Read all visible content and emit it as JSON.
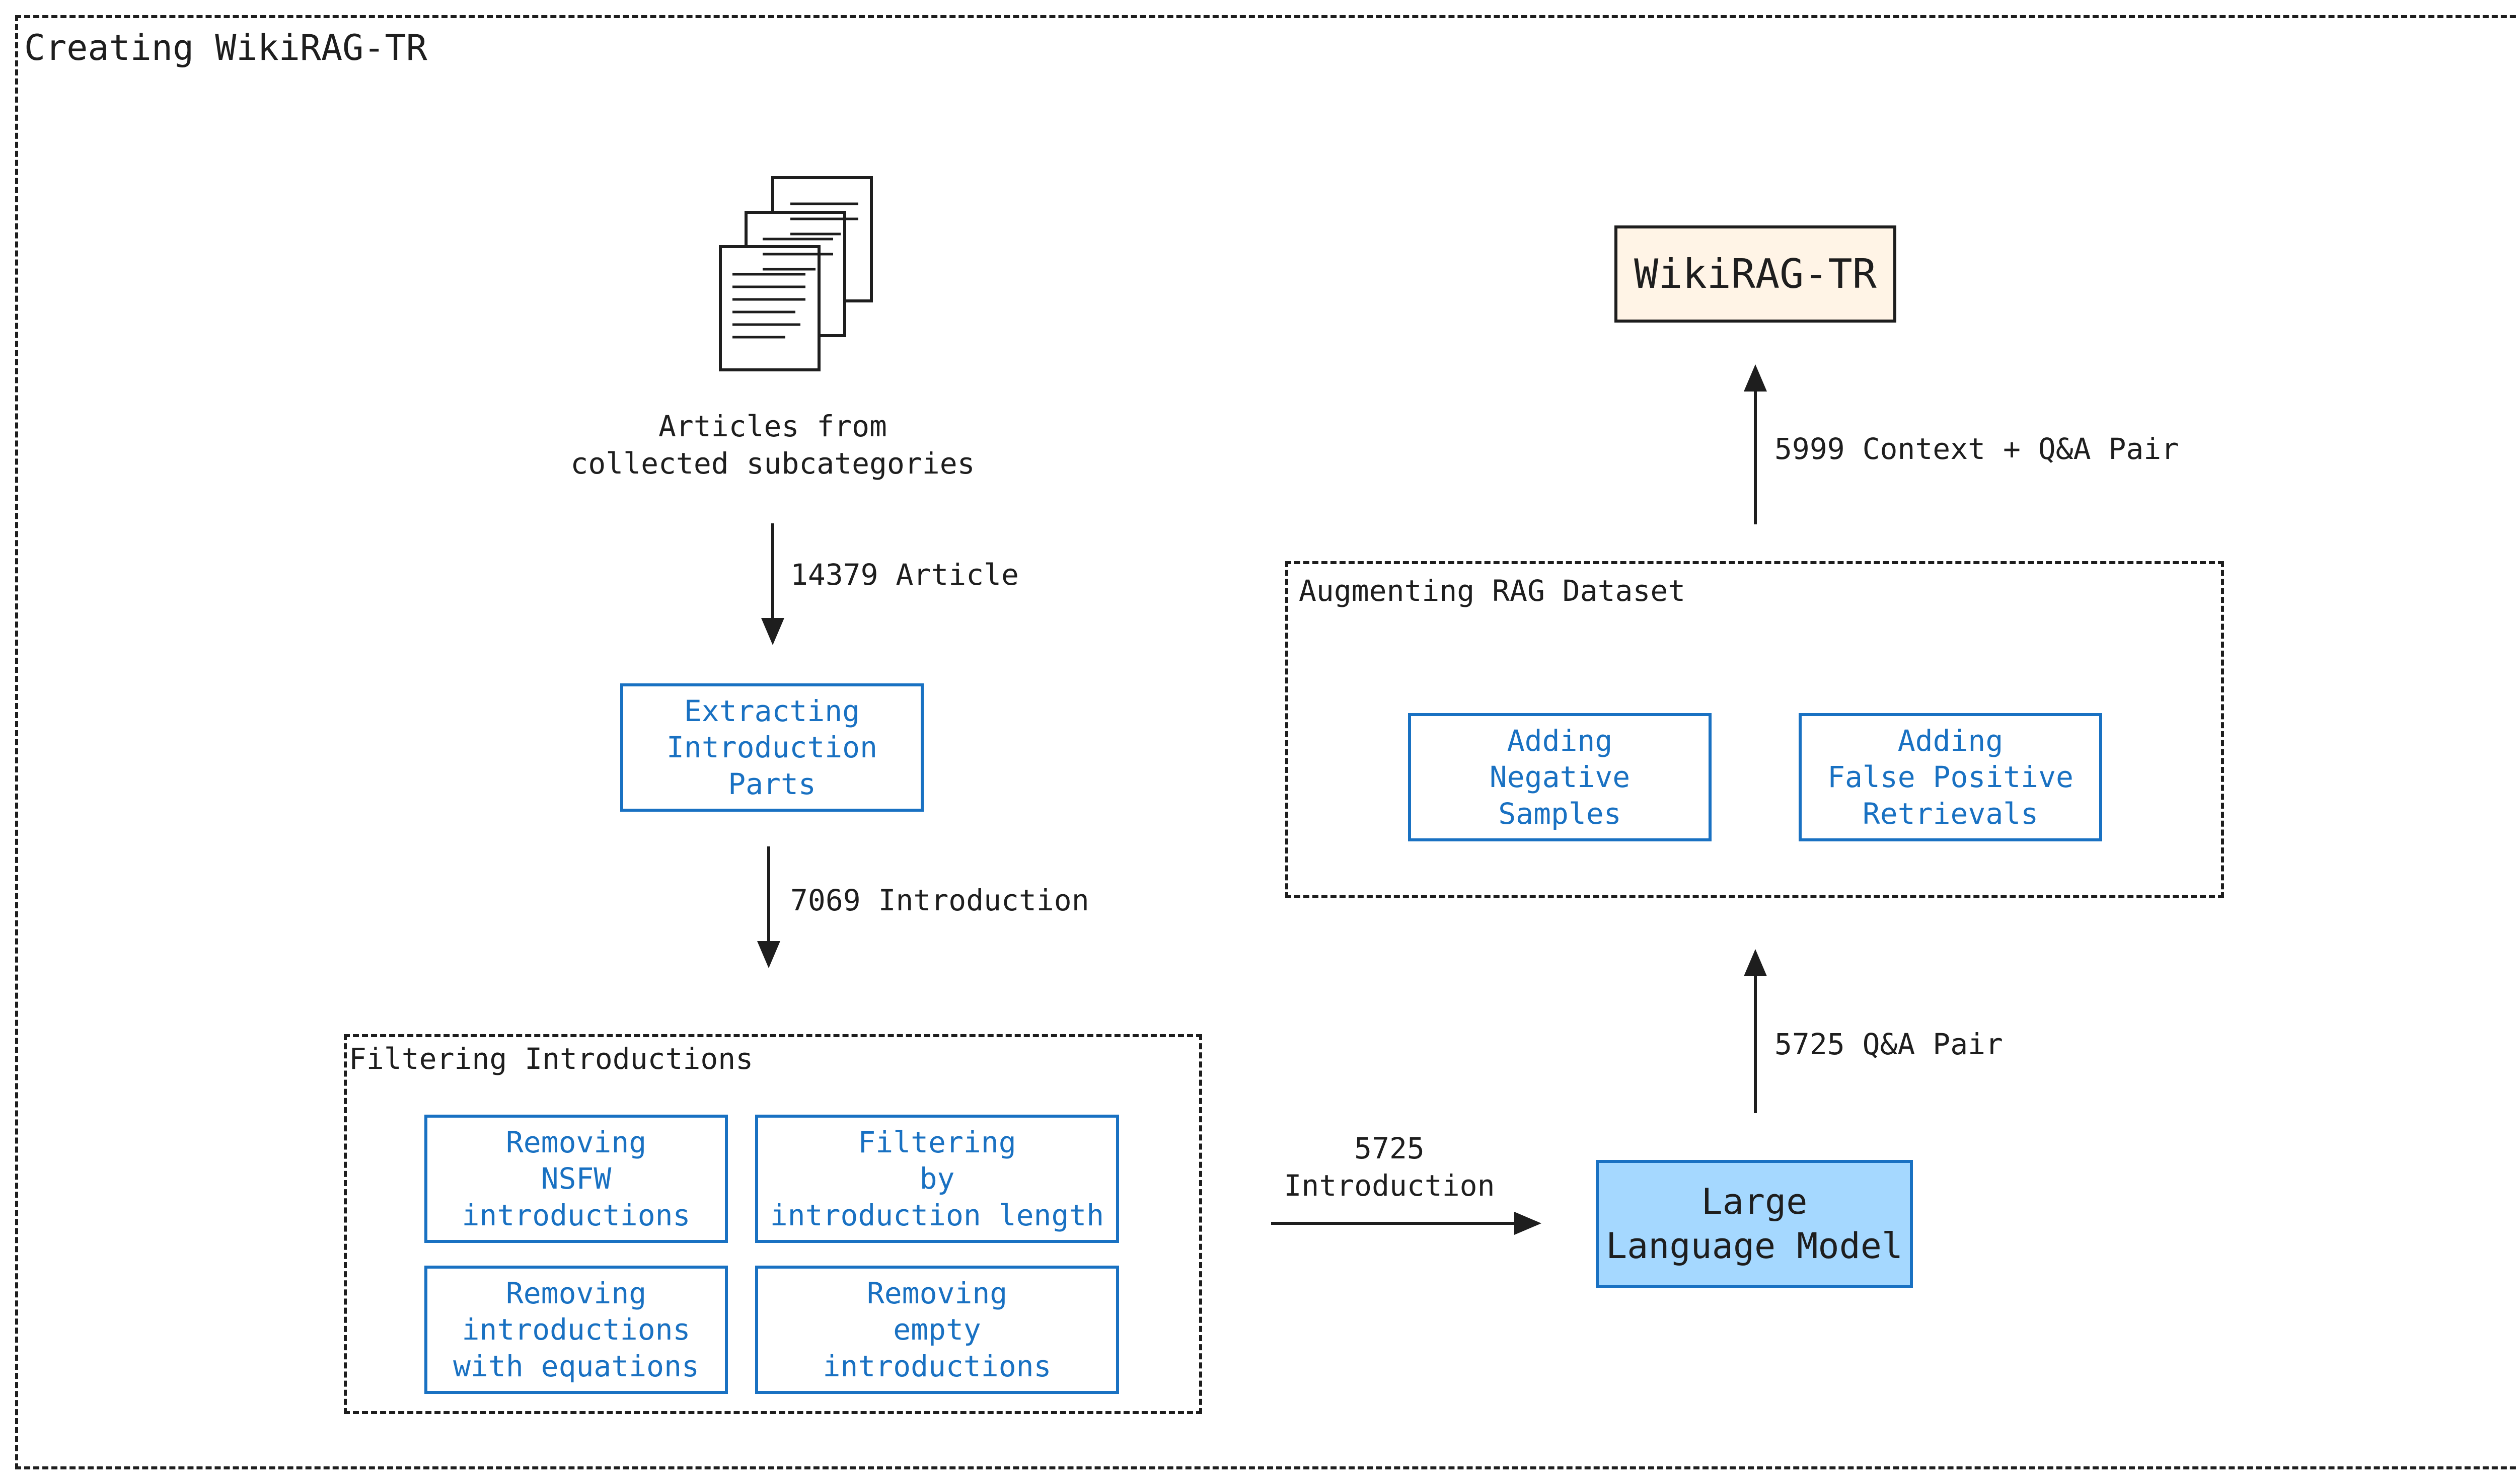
{
  "outer": {
    "title": "Creating WikiRAG-TR"
  },
  "source": {
    "label": "Articles from\ncollected subcategories"
  },
  "edges": {
    "articles": "14379 Article",
    "introductions": "7069 Introduction",
    "filtered": "5725\nIntroduction",
    "qa_pairs": "5725 Q&A Pair",
    "final": "5999 Context + Q&A Pair"
  },
  "extract": {
    "label": "Extracting\nIntroduction\nParts"
  },
  "filtering": {
    "title": "Filtering Introductions",
    "steps": [
      "Removing\nNSFW\nintroductions",
      "Filtering\nby\nintroduction length",
      "Removing\nintroductions\nwith equations",
      "Removing\nempty\nintroductions"
    ]
  },
  "llm": {
    "label": "Large\nLanguage Model"
  },
  "augment": {
    "title": "Augmenting RAG Dataset",
    "steps": [
      "Adding\nNegative\nSamples",
      "Adding\nFalse Positive\nRetrievals"
    ]
  },
  "result": {
    "label": "WikiRAG-TR"
  },
  "colors": {
    "ink": "#1e1e1e",
    "process_stroke": "#1971c2",
    "llm_fill": "#a5d8ff",
    "result_fill": "#fff4e6"
  }
}
